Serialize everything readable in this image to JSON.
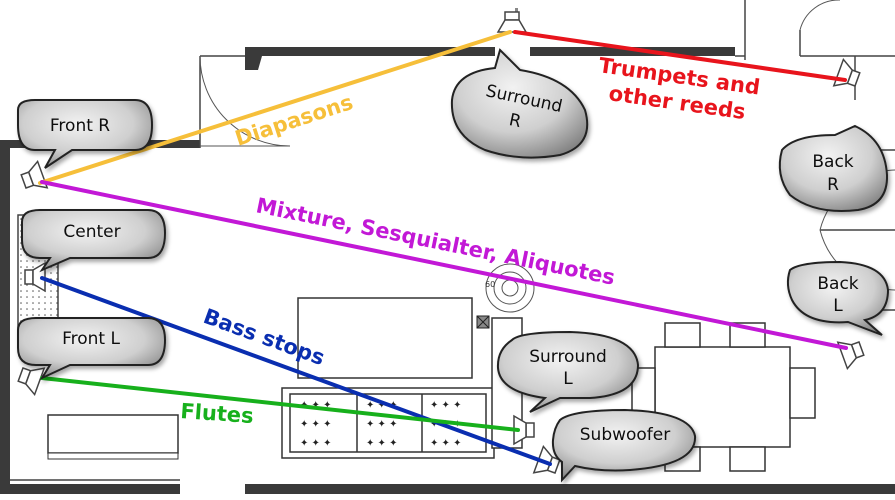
{
  "speakers": {
    "front_r": "Front R",
    "surround_r": [
      "Surround",
      "R"
    ],
    "back_r": [
      "Back",
      "R"
    ],
    "center": "Center",
    "back_l": [
      "Back",
      "L"
    ],
    "front_l": "Front L",
    "surround_l": [
      "Surround",
      "L"
    ],
    "subwoofer": "Subwoofer"
  },
  "stop_lines": {
    "diapasons": {
      "label": "Diapasons",
      "color": "#f6bf3a"
    },
    "trumpets": {
      "label_lines": [
        "Trumpets and",
        "other reeds"
      ],
      "color": "#e8141c"
    },
    "mixture": {
      "label": "Mixture, Sesquialter, Aliquotes",
      "color": "#c218d6"
    },
    "bass": {
      "label": "Bass stops",
      "color": "#0a2eb0"
    },
    "flutes": {
      "label": "Flutes",
      "color": "#17b01c"
    }
  },
  "floorplan": {
    "dial_label": "60"
  },
  "colors": {
    "wall": "#3a3a3a",
    "furniture_stroke": "#333333",
    "bubble_fill_light": "#e6e6e6",
    "bubble_fill_dark": "#7d7d7d"
  }
}
